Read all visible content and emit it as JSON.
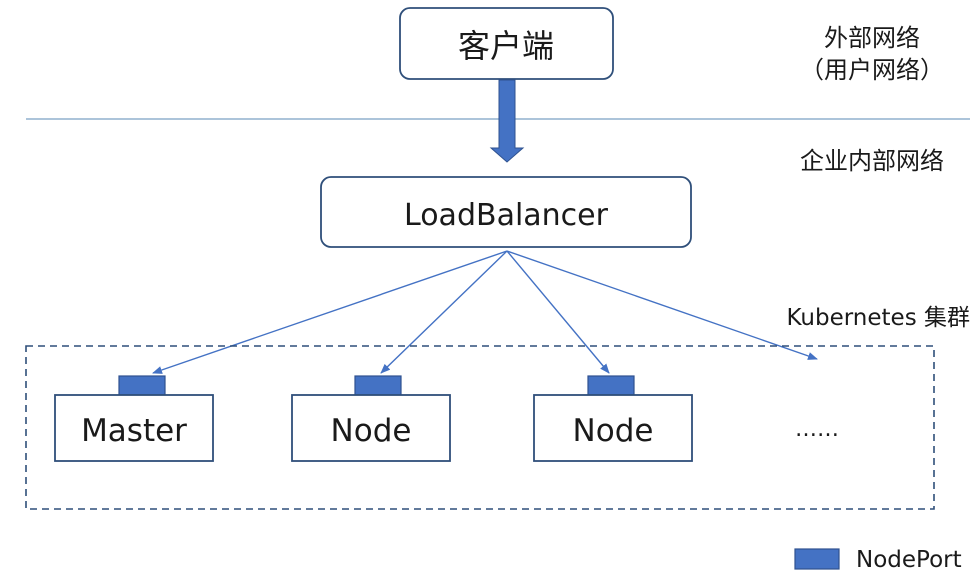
{
  "zones": {
    "external_line1": "外部网络",
    "external_line2": "（用户网络）",
    "internal": "企业内部网络",
    "cluster": "Kubernetes 集群"
  },
  "client": {
    "label": "客户端"
  },
  "load_balancer": {
    "label": "LoadBalancer"
  },
  "nodes": [
    {
      "label": "Master"
    },
    {
      "label": "Node"
    },
    {
      "label": "Node"
    }
  ],
  "more_label": "……",
  "legend": {
    "nodeport_label": "NodePort"
  },
  "colors": {
    "box_border": "#2f4f7a",
    "port_fill": "#4472c4",
    "port_border": "#2f528f",
    "arrow": "#4472c4",
    "divider": "#7aa0c4",
    "cluster_border": "#2f4f7a"
  }
}
